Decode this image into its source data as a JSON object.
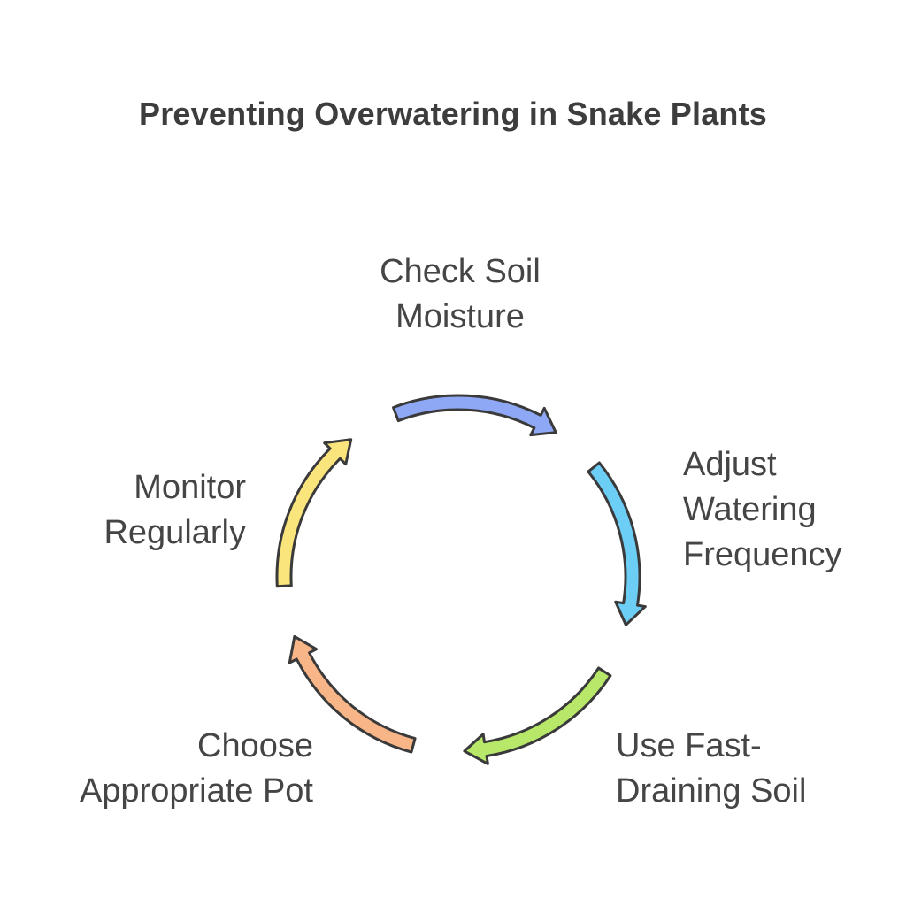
{
  "title": "Preventing Overwatering in Snake Plants",
  "steps": [
    {
      "lines": [
        "Check Soil",
        "Moisture"
      ],
      "color": "#8fa8f5"
    },
    {
      "lines": [
        "Adjust",
        "Watering",
        "Frequency"
      ],
      "color": "#6ccdf5"
    },
    {
      "lines": [
        "Use Fast-",
        "Draining Soil"
      ],
      "color": "#b8e86a"
    },
    {
      "lines": [
        "Choose",
        "Appropriate Pot"
      ],
      "color": "#f7b588"
    },
    {
      "lines": [
        "Monitor",
        "Regularly"
      ],
      "color": "#fae47c"
    }
  ],
  "outline_color": "#3a3a3a"
}
